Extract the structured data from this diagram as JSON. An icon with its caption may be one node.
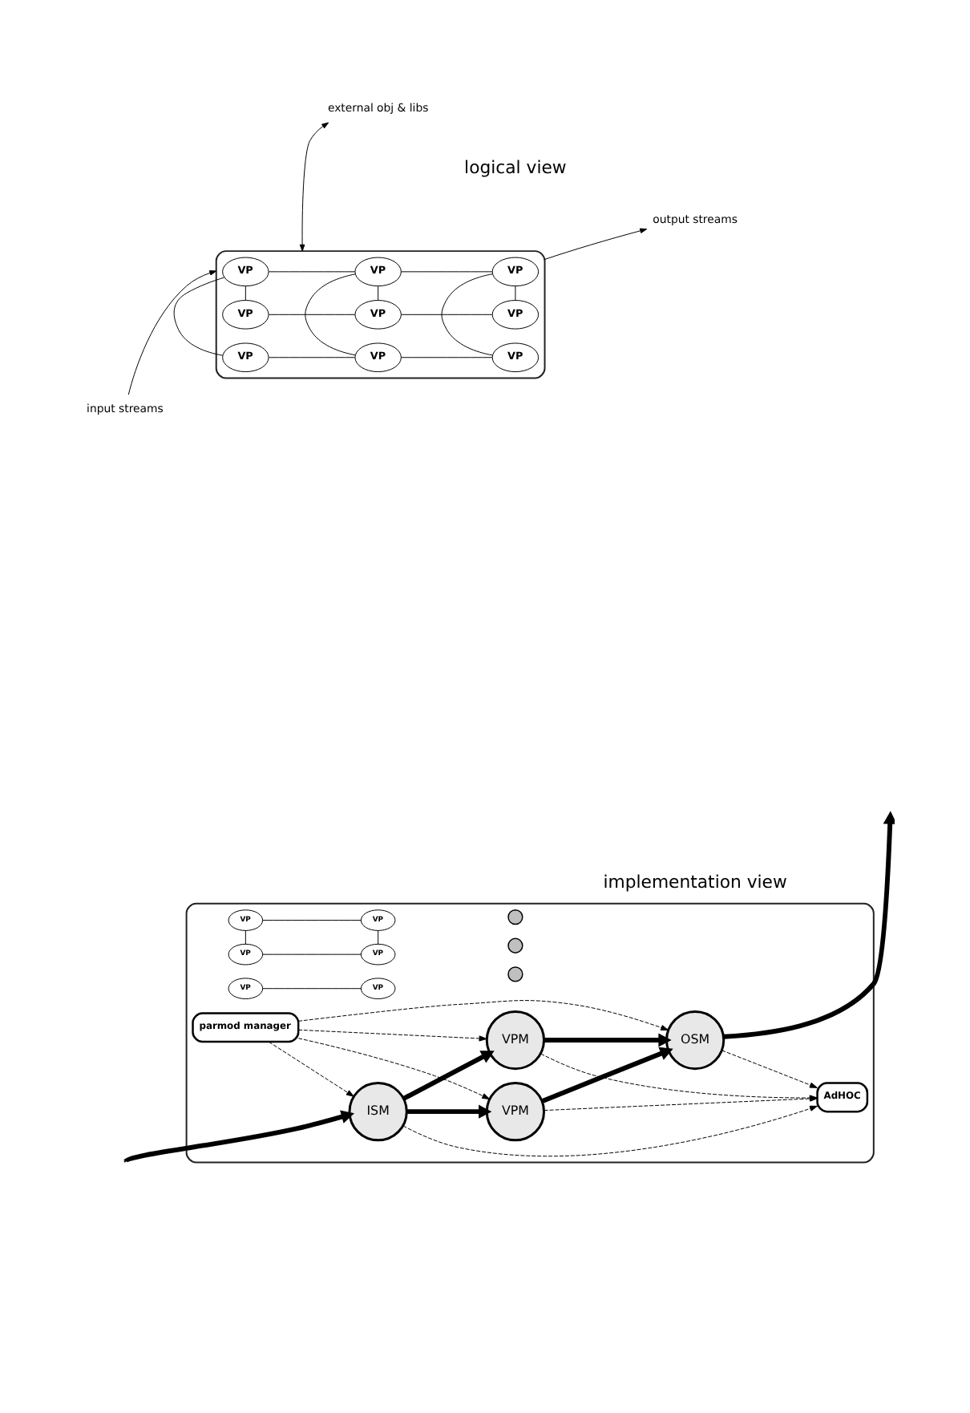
{
  "diagram": {
    "nodes": [
      {
        "text": [],
        "shape": "box"
      },
      {
        "text": [
          "VP"
        ],
        "in": 0
      },
      {
        "text": [
          "VP"
        ],
        "in": 0
      },
      {
        "text": [
          "VP"
        ],
        "in": 0
      },
      {
        "text": [
          "VP"
        ],
        "in": 0
      },
      {
        "text": [
          "VP"
        ],
        "in": 0
      },
      {
        "text": [
          "VP"
        ],
        "in": 0
      },
      {
        "text": [
          "VP"
        ],
        "in": 0
      },
      {
        "text": [
          "VP"
        ],
        "in": 0
      },
      {
        "text": [
          "VP"
        ],
        "in": 0
      },
      {
        "text": [
          "input streams"
        ]
      },
      {
        "text": [
          "output streams"
        ]
      },
      {
        "text": [
          "external obj & libs"
        ]
      },
      {
        "text": [],
        "shape": "box"
      },
      {
        "text": [
          "VP"
        ],
        "in": 13
      },
      {
        "text": [
          "VP"
        ],
        "in": 13
      },
      {
        "text": [
          "VP"
        ],
        "in": 13
      },
      {
        "text": [
          "VP"
        ],
        "in": 13
      },
      {
        "text": [
          "VPM"
        ],
        "in": 13
      },
      {
        "text": [
          "AdHOC"
        ],
        "in": 13
      },
      {
        "text": [
          "ISM"
        ],
        "in": 13
      },
      {
        "text": [],
        "shape": "circle",
        "in": 13
      },
      {
        "text": [],
        "shape": "circle",
        "in": 13
      },
      {
        "text": [],
        "shape": "circle",
        "in": 13
      },
      {
        "text": [
          "OSM"
        ],
        "in": 13
      },
      {
        "text": [
          "parmod manager"
        ],
        "in": 13
      },
      {
        "text": [
          "VPM"
        ],
        "in": 13
      },
      {
        "text": [
          "VP"
        ],
        "in": 13
      },
      {
        "text": [
          "VP"
        ],
        "in": 13
      }
    ],
    "edges": [
      {
        "from": 1,
        "to": 2,
        "arrow": "none"
      },
      {
        "from": 2,
        "to": 3,
        "arrow": "none"
      },
      {
        "from": 4,
        "to": 5,
        "arrow": "none"
      },
      {
        "from": 5,
        "to": 6,
        "arrow": "none"
      },
      {
        "from": 7,
        "to": 8,
        "arrow": "none"
      },
      {
        "from": 8,
        "to": 9,
        "arrow": "none"
      },
      {
        "from": 1,
        "to": 4,
        "arrow": "none"
      },
      {
        "from": 4,
        "to": 7,
        "arrow": "none"
      },
      {
        "from": 2,
        "to": 5,
        "arrow": "none"
      },
      {
        "from": 5,
        "to": 8,
        "arrow": "none"
      },
      {
        "from": 3,
        "to": 6,
        "arrow": "none"
      },
      {
        "from": 6,
        "to": 9,
        "arrow": "none"
      },
      {
        "from": 10,
        "to": 0,
        "arrow": "to"
      },
      {
        "from": 0,
        "to": 11,
        "arrow": "to"
      },
      {
        "from": 0,
        "to": 12,
        "arrow": "both"
      },
      {
        "from": 14,
        "to": 15,
        "arrow": "none"
      },
      {
        "from": 16,
        "to": 17,
        "arrow": "none"
      },
      {
        "from": 14,
        "to": 16,
        "arrow": "none"
      },
      {
        "from": 15,
        "to": 17,
        "arrow": "none"
      },
      {
        "from": 27,
        "to": 28,
        "arrow": "none"
      },
      {
        "from": null,
        "to": 20,
        "arrow": "to",
        "style": "thick"
      },
      {
        "from": 20,
        "to": 18,
        "arrow": "to",
        "style": "thick"
      },
      {
        "from": 20,
        "to": 26,
        "arrow": "to",
        "style": "thick"
      },
      {
        "from": 18,
        "to": 24,
        "arrow": "to",
        "style": "thick"
      },
      {
        "from": 26,
        "to": 24,
        "arrow": "to",
        "style": "thick"
      },
      {
        "from": 24,
        "to": null,
        "arrow": "to",
        "style": "thick"
      },
      {
        "from": 18,
        "to": 19,
        "arrow": "to",
        "style": "dashed"
      },
      {
        "from": 20,
        "to": 19,
        "arrow": "to",
        "style": "dashed"
      },
      {
        "from": 26,
        "to": 19,
        "arrow": "to",
        "style": "dashed"
      },
      {
        "from": 24,
        "to": 19,
        "arrow": "to",
        "style": "dashed"
      },
      {
        "from": 25,
        "to": 20,
        "arrow": "to",
        "style": "dashed"
      },
      {
        "from": 25,
        "to": 18,
        "arrow": "to",
        "style": "dashed"
      },
      {
        "from": 25,
        "to": 26,
        "arrow": "to",
        "style": "dashed"
      },
      {
        "from": 25,
        "to": 24,
        "arrow": "to",
        "style": "dashed"
      }
    ],
    "labels": [
      "logical view",
      "implementation view"
    ]
  }
}
